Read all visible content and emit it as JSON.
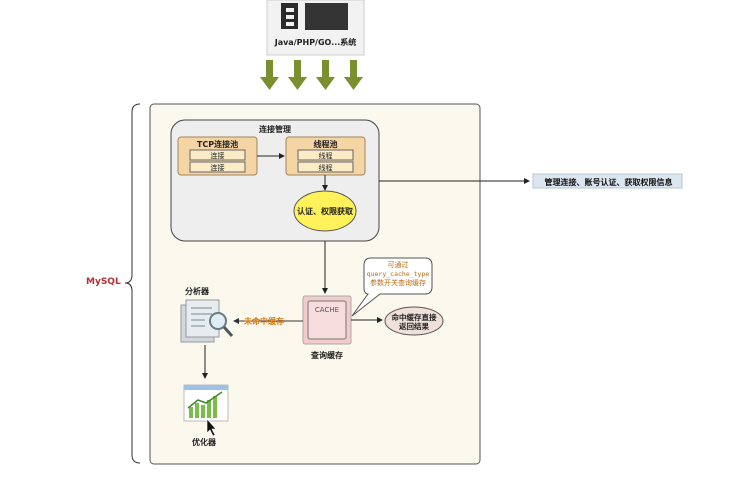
{
  "client": {
    "label": "Java/PHP/GO...系统"
  },
  "mysql": {
    "label": "MySQL"
  },
  "connection": {
    "title": "连接管理",
    "tcp_pool": {
      "title": "TCP连接池",
      "rows": [
        "连接",
        "连接"
      ]
    },
    "thread_pool": {
      "title": "线程池",
      "rows": [
        "线程",
        "线程"
      ]
    },
    "auth": "认证、权限获取",
    "side_note": "管理连接、账号认证、获取权限信息"
  },
  "cache": {
    "label": "CACHE",
    "caption": "查询缓存",
    "tip": [
      "可通过",
      "query_cache_type",
      "参数开关查询缓存"
    ],
    "hit": [
      "命中缓存直接",
      "返回结果"
    ],
    "miss": "未命中缓存"
  },
  "analyzer": {
    "label": "分析器"
  },
  "optimizer": {
    "label": "优化器"
  },
  "colors": {
    "arrow_green": "#7a8f2e",
    "panel_bg": "#fbf8ee",
    "conn_bg": "#eeeeee",
    "pool_bg": "#f6d5a4",
    "auth_yellow": "#fff25a",
    "cache_pink": "#f2cccc",
    "mysql_red": "#b53030",
    "miss_orange": "#d77a14",
    "note_blue": "#dce6f0"
  }
}
